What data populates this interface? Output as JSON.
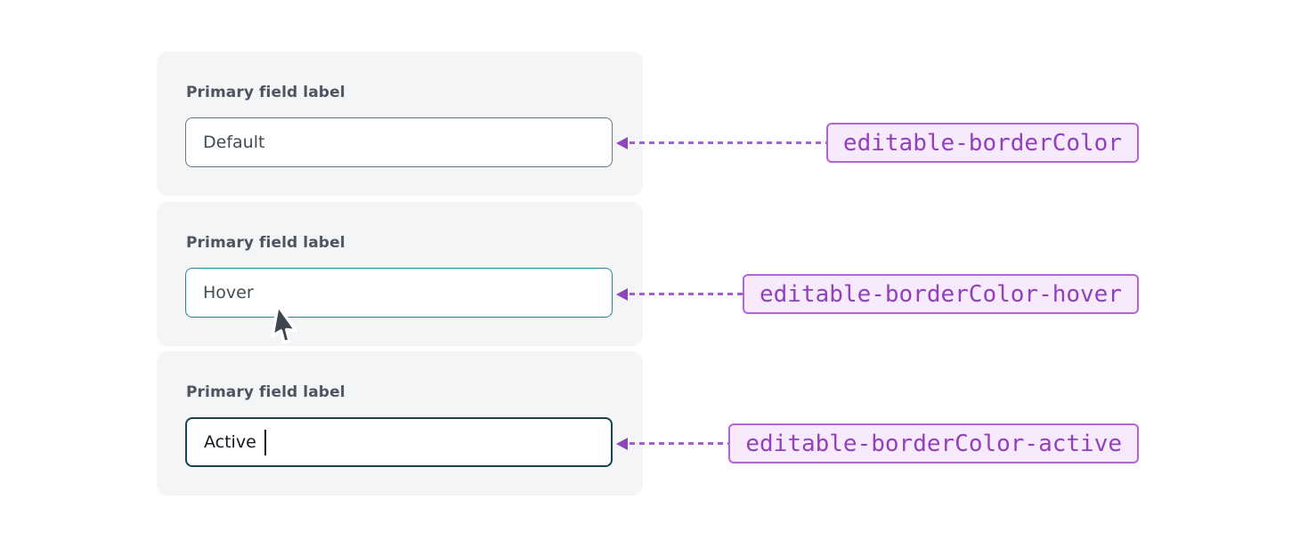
{
  "page": {
    "background": "#ffffff"
  },
  "cards": [
    {
      "label": "Primary field label",
      "input_value": "Default",
      "state": "default",
      "annotation": "editable-borderColor",
      "border_color": "#6f7880"
    },
    {
      "label": "Primary field label",
      "input_value": "Hover",
      "state": "hover",
      "annotation": "editable-borderColor-hover",
      "border_color": "#2585a5"
    },
    {
      "label": "Primary field label",
      "input_value": "Active",
      "state": "active",
      "annotation": "editable-borderColor-active",
      "border_color": "#17454f"
    }
  ],
  "colors": {
    "card_background": "#f4f5f6",
    "label_text": "#4c5560",
    "input_text": "#414b54",
    "input_text_active": "#101820",
    "badge_background": "#f7eafd",
    "badge_border": "#b564da",
    "badge_text": "#9340bd",
    "arrow": "#a55fd2"
  }
}
